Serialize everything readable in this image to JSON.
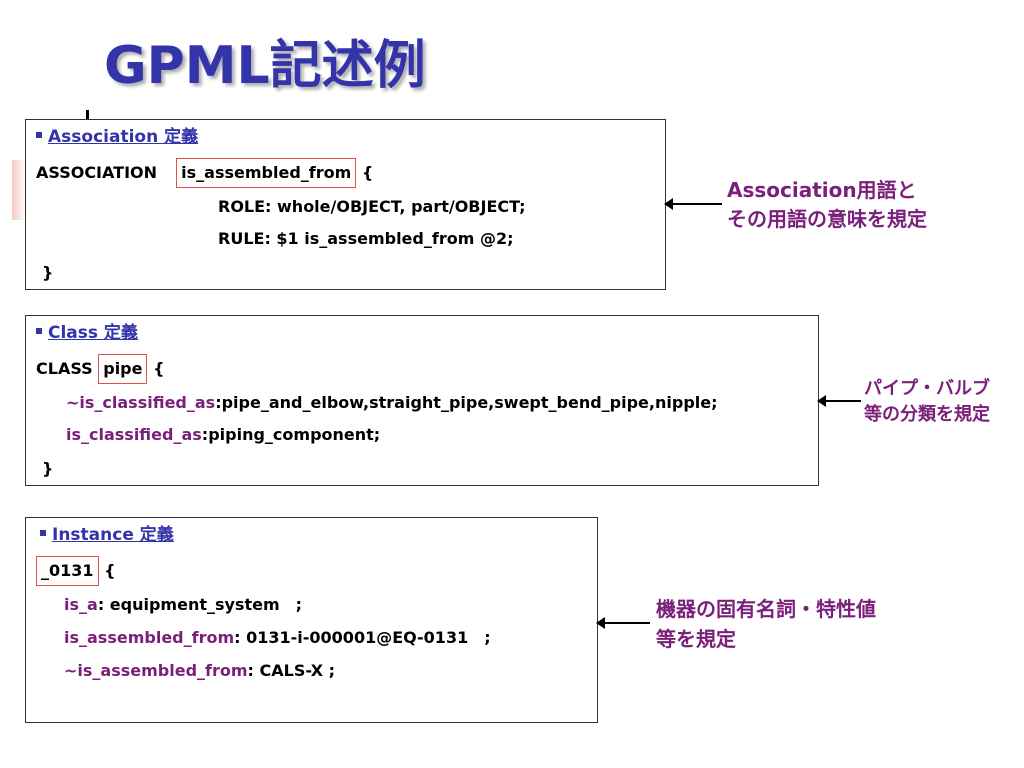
{
  "slide": {
    "title": "GPML記述例"
  },
  "association": {
    "heading": "Association 定義",
    "line1_prefix": "ASSOCIATION",
    "line1_name": "is_assembled_from",
    "line1_suffix": "{",
    "role": "ROLE: whole/OBJECT, part/OBJECT;",
    "rule": "RULE: $1 is_assembled_from @2;",
    "close": "}",
    "note_line1": "Association用語と",
    "note_line2": "その用語の意味を規定"
  },
  "class": {
    "heading": "Class 定義",
    "line1_prefix": "CLASS",
    "line1_name": "pipe",
    "line1_suffix": "{",
    "line2_key": "~is_classified_as",
    "line2_value": ":pipe_and_elbow,straight_pipe,swept_bend_pipe,nipple;",
    "line3_key": "is_classified_as",
    "line3_value": ":piping_component;",
    "close": "}",
    "note_line1": "パイプ・バルブ",
    "note_line2": "等の分類を規定"
  },
  "instance": {
    "heading": "Instance 定義",
    "line1_name": "_0131",
    "line1_suffix": "{",
    "line2_key": "is_a",
    "line2_value": ": equipment_system　;",
    "line3_key": "is_assembled_from",
    "line3_value": ": 0131-i-000001@EQ-0131　;",
    "line4_key": "~is_assembled_from",
    "line4_value": ": CALS-X ;",
    "note_line1": "機器の固有名詞・特性値",
    "note_line2": "等を規定"
  },
  "colors": {
    "title": "#3333aa",
    "heading": "#3333aa",
    "keyword": "#7a1f7a",
    "highlight_border": "#e05050"
  }
}
